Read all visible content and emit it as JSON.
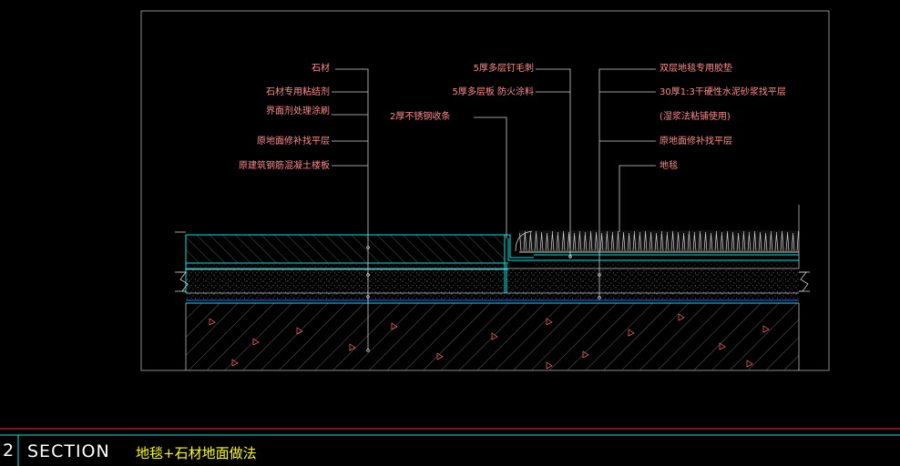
{
  "labels_left": [
    "石材",
    "石材专用粘结剂",
    "界面剂处理涂刷",
    "原地面修补找平层",
    "原建筑钢筋混凝土楼板"
  ],
  "label_mid": "2厚不锈钢收条",
  "labels_center": [
    "5厚多层钉毛刺",
    "5厚多层板  防火涂料"
  ],
  "labels_right": [
    "双层地毯专用胶垫",
    "30厚1:3干硬性水泥砂浆找平层",
    "(湿浆法粘铺使用)",
    "原地面修补找平层",
    "地毯"
  ],
  "title_block": {
    "number": "2",
    "section": "SECTION",
    "subtitle": "地毯+石材地面做法"
  },
  "colors": {
    "background": "#000000",
    "label_text": "#ff8a8a",
    "cyan_line": "#00e5e5",
    "hatch": "#7a7a7a",
    "title_section": "#ffffff",
    "title_subtitle": "#ffff00",
    "title_rule_red": "#ff3030",
    "title_rule_cyan": "#00e5e5"
  }
}
